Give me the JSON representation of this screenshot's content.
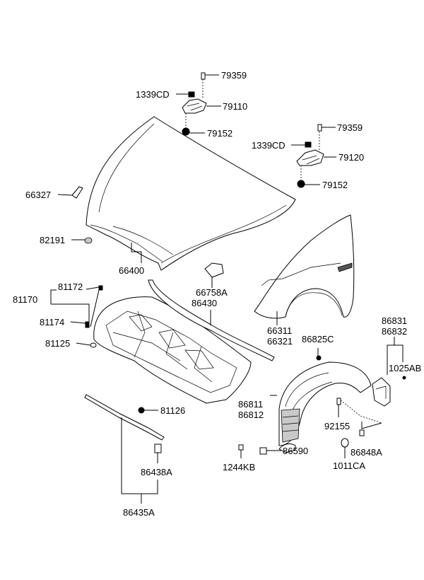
{
  "diagram": {
    "labels": [
      {
        "id": "79359_a",
        "text": "79359"
      },
      {
        "id": "1339CD_a",
        "text": "1339CD"
      },
      {
        "id": "79110",
        "text": "79110"
      },
      {
        "id": "79152_a",
        "text": "79152"
      },
      {
        "id": "79359_b",
        "text": "79359"
      },
      {
        "id": "1339CD_b",
        "text": "1339CD"
      },
      {
        "id": "79120",
        "text": "79120"
      },
      {
        "id": "79152_b",
        "text": "79152"
      },
      {
        "id": "66327",
        "text": "66327"
      },
      {
        "id": "82191",
        "text": "82191"
      },
      {
        "id": "66400",
        "text": "66400"
      },
      {
        "id": "66758A",
        "text": "66758A"
      },
      {
        "id": "86430",
        "text": "86430"
      },
      {
        "id": "81172",
        "text": "81172"
      },
      {
        "id": "81170",
        "text": "81170"
      },
      {
        "id": "81174",
        "text": "81174"
      },
      {
        "id": "81125",
        "text": "81125"
      },
      {
        "id": "81126",
        "text": "81126"
      },
      {
        "id": "66311",
        "text": "66311"
      },
      {
        "id": "66321",
        "text": "66321"
      },
      {
        "id": "86825C",
        "text": "86825C"
      },
      {
        "id": "86831",
        "text": "86831"
      },
      {
        "id": "86832",
        "text": "86832"
      },
      {
        "id": "1025AB",
        "text": "1025AB"
      },
      {
        "id": "86811",
        "text": "86811"
      },
      {
        "id": "86812",
        "text": "86812"
      },
      {
        "id": "92155",
        "text": "92155"
      },
      {
        "id": "86590",
        "text": "86590"
      },
      {
        "id": "86848A",
        "text": "86848A"
      },
      {
        "id": "1244KB",
        "text": "1244KB"
      },
      {
        "id": "1011CA",
        "text": "1011CA"
      },
      {
        "id": "86438A",
        "text": "86438A"
      },
      {
        "id": "86435A",
        "text": "86435A"
      }
    ]
  }
}
